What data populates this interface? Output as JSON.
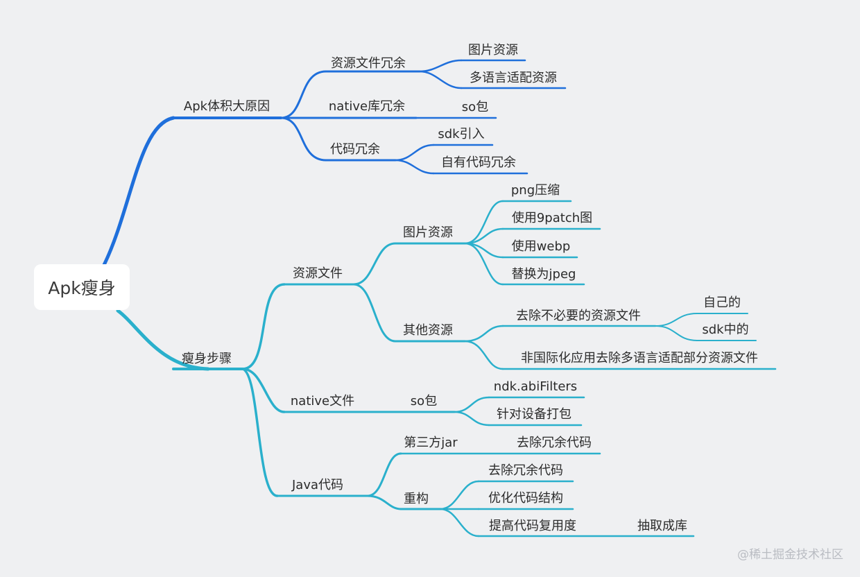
{
  "root": {
    "label": "Apk瘦身"
  },
  "colors": {
    "blue": "#1f6fdb",
    "teal": "#2ab0cc",
    "text": "#2b2b2b"
  },
  "watermark": "@稀土掘金技术社区",
  "branches": {
    "reasons": {
      "label": "Apk体积大原因",
      "res_redundant": {
        "label": "资源文件冗余",
        "img": "图片资源",
        "lang": "多语言适配资源"
      },
      "native_redundant": {
        "label": "native库冗余",
        "so": "so包"
      },
      "code_redundant": {
        "label": "代码冗余",
        "sdk": "sdk引入",
        "own": "自有代码冗余"
      }
    },
    "steps": {
      "label": "瘦身步骤",
      "res_files": {
        "label": "资源文件",
        "images": {
          "label": "图片资源",
          "png": "png压缩",
          "ninepatch": "使用9patch图",
          "webp": "使用webp",
          "jpeg": "替换为jpeg"
        },
        "others": {
          "label": "其他资源",
          "remove": "去除不必要的资源文件",
          "own": "自己的",
          "sdk": "sdk中的",
          "i18n": "非国际化应用去除多语言适配部分资源文件"
        }
      },
      "native_files": {
        "label": "native文件",
        "so": "so包",
        "abi": "ndk.abiFilters",
        "device": "针对设备打包"
      },
      "java_code": {
        "label": "Java代码",
        "third": {
          "label": "第三方jar",
          "remove": "去除冗余代码"
        },
        "refactor": {
          "label": "重构",
          "remove": "去除冗余代码",
          "optimize": "优化代码结构",
          "reuse": "提高代码复用度",
          "lib": "抽取成库"
        }
      }
    }
  }
}
